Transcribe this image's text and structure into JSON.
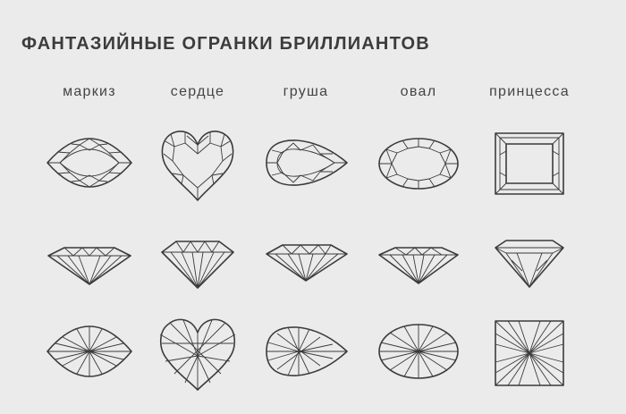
{
  "title": "ФАНТАЗИЙНЫЕ ОГРАНКИ БРИЛЛИАНТОВ",
  "columns": [
    {
      "label": "маркиз"
    },
    {
      "label": "сердце"
    },
    {
      "label": "груша"
    },
    {
      "label": "овал"
    },
    {
      "label": "принцесса"
    }
  ],
  "colors": {
    "background": "#ebebeb",
    "line": "#3b3b3b",
    "text": "#3c3c3c"
  }
}
